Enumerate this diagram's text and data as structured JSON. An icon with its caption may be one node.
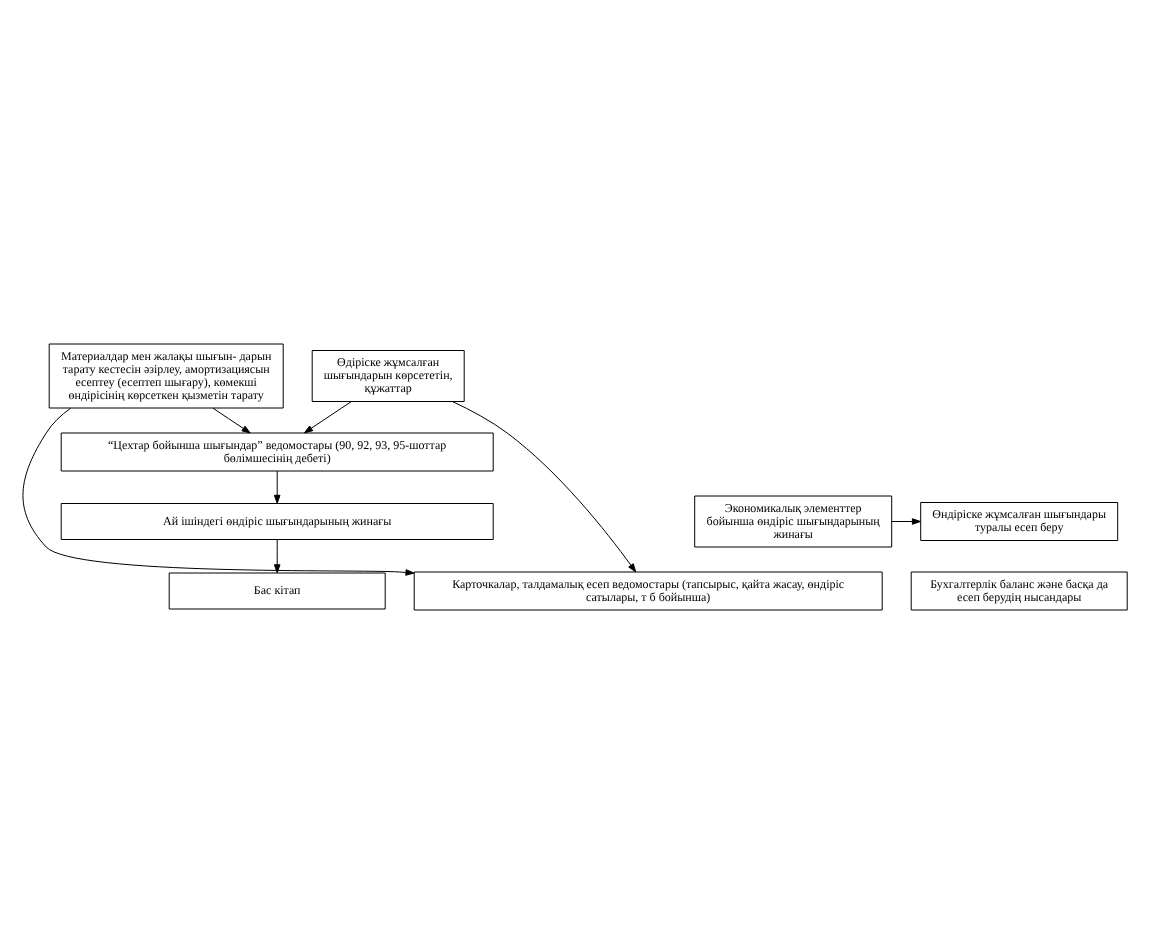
{
  "diagram": {
    "nodes": [
      {
        "text": [
          "Өдіріске жұмсалған шығындарын көрсететін, құжаттар"
        ]
      },
      {
        "text": [
          "Материалдар мен жалақы шығын- дарын тарату кестесін әзірлеу, амортизациясын есептеу (есептеп шығару), көмекші өндірісінің көрсеткен қызметін тарату"
        ]
      },
      {
        "text": [
          "“Цехтар бойынша шығындар” ведомостары (90, 92, 93, 95-шоттар бөлімшесінің дебеті)"
        ]
      },
      {
        "text": [
          "Ай ішіндегі өндіріс шығындарының жинағы"
        ]
      },
      {
        "text": [
          "Экономикалық элементтер бойынша өндіріс шығындарының жинағы"
        ]
      },
      {
        "text": [
          "Өндіріске жұмсалған шығындары туралы есеп беру"
        ]
      },
      {
        "text": [
          "Бас кітап"
        ]
      },
      {
        "text": [
          "Бухгалтерлік баланс және басқа да есеп берудің нысандары"
        ]
      },
      {
        "text": [
          "Карточкалар, талдамалық есеп ведомостары (тапсырыс, қайта жасау, өндіріс сатылары, т б бойынша)"
        ]
      }
    ],
    "edges": [
      {
        "from": 0,
        "to": 2,
        "arrow": "to"
      },
      {
        "from": 1,
        "to": 2,
        "arrow": "to"
      },
      {
        "from": 2,
        "to": 3,
        "arrow": "to"
      },
      {
        "from": 3,
        "to": 6,
        "arrow": "to"
      },
      {
        "from": 4,
        "to": 5,
        "arrow": "to"
      },
      {
        "from": 0,
        "to": 8,
        "arrow": "to"
      },
      {
        "from": 1,
        "to": 8,
        "arrow": "to"
      }
    ]
  }
}
